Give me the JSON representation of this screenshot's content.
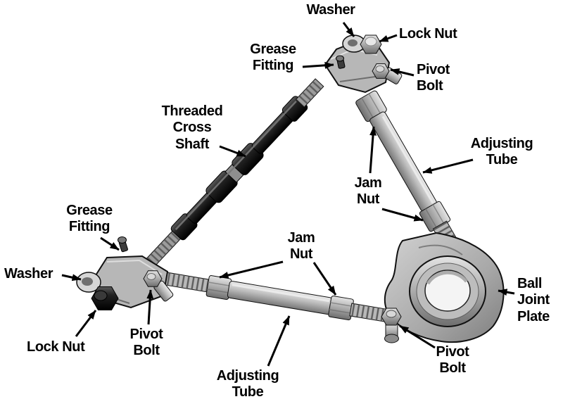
{
  "diagram": {
    "labels": {
      "washer_top": "Washer",
      "lock_nut_top": "Lock Nut",
      "grease_fitting_top": "Grease\nFitting",
      "pivot_bolt_top": "Pivot\nBolt",
      "threaded_cross_shaft": "Threaded\nCross\nShaft",
      "adjusting_tube_right": "Adjusting\nTube",
      "jam_nut_right": "Jam\nNut",
      "grease_fitting_left": "Grease\nFitting",
      "washer_left": "Washer",
      "lock_nut_left": "Lock Nut",
      "pivot_bolt_left": "Pivot\nBolt",
      "jam_nut_bottom": "Jam\nNut",
      "adjusting_tube_bottom": "Adjusting\nTube",
      "pivot_bolt_bottom": "Pivot\nBolt",
      "ball_joint_plate": "Ball\nJoint\nPlate"
    },
    "colors": {
      "background": "#ffffff",
      "label_text": "#000000",
      "arrow": "#000000",
      "shaft_dark": "#1c1c1c",
      "tube_gray": "#b9b9b9",
      "nut_gray": "#ababab",
      "plate_gray": "#a8a8a8"
    }
  }
}
